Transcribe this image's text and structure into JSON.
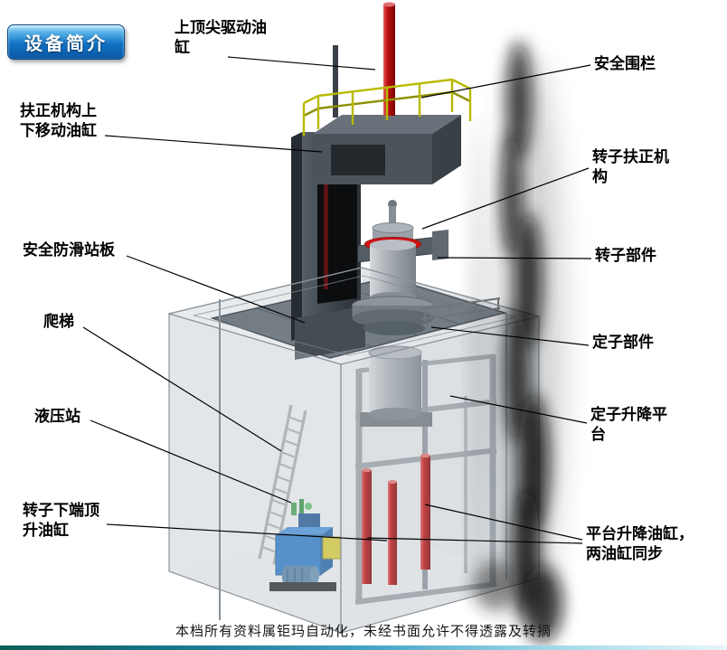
{
  "badge": {
    "label": "设备简介"
  },
  "labels": {
    "top_cylinder": "上顶尖驱动油缸",
    "safety_fence": "安全围栏",
    "centering_cylinder": "扶正机构上下移动油缸",
    "rotor_centering": "转子扶正机构",
    "antislip_board": "安全防滑站板",
    "rotor_part": "转子部件",
    "ladder": "爬梯",
    "stator_part": "定子部件",
    "hydraulic_station": "液压站",
    "stator_platform": "定子升降平台",
    "rotor_jack_cylinder": "转子下端顶升油缸",
    "platform_cylinders": "平台升降油缸，两油缸同步"
  },
  "footer": {
    "text": "本档所有资料属钜玛自动化，未经书面允许不得透露及转摘"
  },
  "colors": {
    "badge_blue": "#1272c4",
    "cylinder_red": "#c01010",
    "railing_yellow": "#b8ba00",
    "hydraulic_blue": "#2272c3",
    "steel_gray": "#9aa1a8"
  }
}
